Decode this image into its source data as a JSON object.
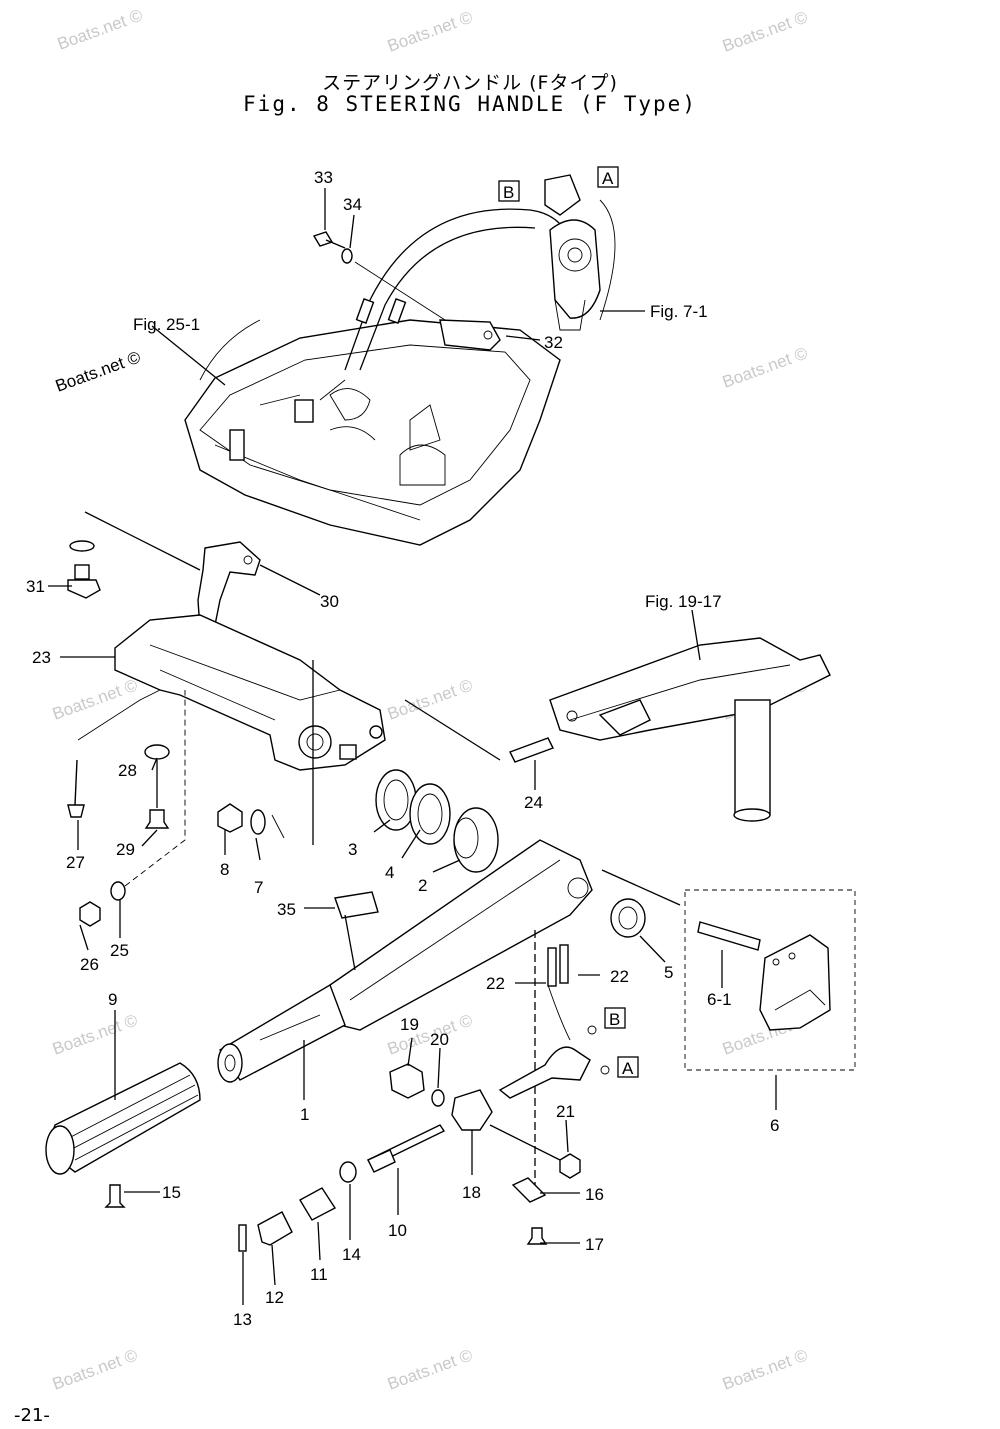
{
  "title": {
    "japanese": "ステアリングハンドル (Fタイプ)",
    "english": "Fig. 8  STEERING HANDLE (F Type)"
  },
  "page_number": "-21-",
  "watermark": "Boats.net ©",
  "callouts": {
    "p1": "1",
    "p2": "2",
    "p3": "3",
    "p4": "4",
    "p5": "5",
    "p6": "6",
    "p6_1": "6-1",
    "p7": "7",
    "p8": "8",
    "p9": "9",
    "p10": "10",
    "p11": "11",
    "p12": "12",
    "p13": "13",
    "p14": "14",
    "p15": "15",
    "p16": "16",
    "p17": "17",
    "p18": "18",
    "p19": "19",
    "p20": "20",
    "p21": "21",
    "p22a": "22",
    "p22b": "22",
    "p23": "23",
    "p24": "24",
    "p25": "25",
    "p26": "26",
    "p27": "27",
    "p28": "28",
    "p29": "29",
    "p30": "30",
    "p31": "31",
    "p32": "32",
    "p33": "33",
    "p34": "34",
    "p35": "35"
  },
  "references": {
    "fig25_1": "Fig. 25-1",
    "fig7_1": "Fig. 7-1",
    "fig19_17": "Fig. 19-17"
  },
  "connector_tags": {
    "a_top": "A",
    "b_top": "B",
    "a_bottom": "A",
    "b_bottom": "B"
  }
}
